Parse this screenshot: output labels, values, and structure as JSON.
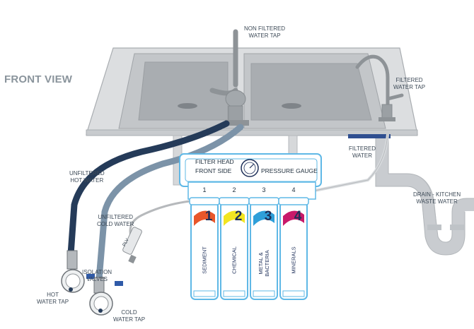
{
  "view_title": "FRONT VIEW",
  "labels": {
    "non_filtered_tap": [
      "NON FILTERED",
      "WATER TAP"
    ],
    "filtered_tap": [
      "FILTERED",
      "WATER TAP"
    ],
    "filtered_water": [
      "FILTERED",
      "WATER"
    ],
    "unfiltered_hot": [
      "UNFILTERED",
      "HOT WATER"
    ],
    "unfiltered_cold": [
      "UNFILTERED",
      "COLD WATER"
    ],
    "drain": [
      "DRAIN  - KITCHEN",
      "WASTE WATER"
    ],
    "isolation_valves": [
      "ISOLATION",
      "VALVES"
    ],
    "hot_water_tap": [
      "HOT",
      "WATER TAP"
    ],
    "cold_water_tap": [
      "COLD",
      "WATER TAP"
    ],
    "plv": "PLV"
  },
  "filter_head": {
    "line1": "FILTER HEAD",
    "line2": "FRONT SIDE",
    "gauge": "PRESSURE GAUGE"
  },
  "filters": [
    {
      "number": "1",
      "digit": "1",
      "label": "SEDIMENT",
      "color": "#e8562a"
    },
    {
      "number": "2",
      "digit": "2",
      "label": "CHEMICAL",
      "color": "#f2e521"
    },
    {
      "number": "3",
      "digit": "3",
      "label": "METAL & BACTERIA",
      "label_lines": [
        "METAL &",
        "BACTERIA"
      ],
      "color": "#2f9fd9"
    },
    {
      "number": "4",
      "digit": "4",
      "label": "MINERALS",
      "color": "#c8196a"
    }
  ],
  "colors": {
    "hot_hose": "#253b59",
    "cold_hose": "#7c93a8",
    "filter_outline": "#5fb8e6",
    "sink": "#d6d8da"
  }
}
